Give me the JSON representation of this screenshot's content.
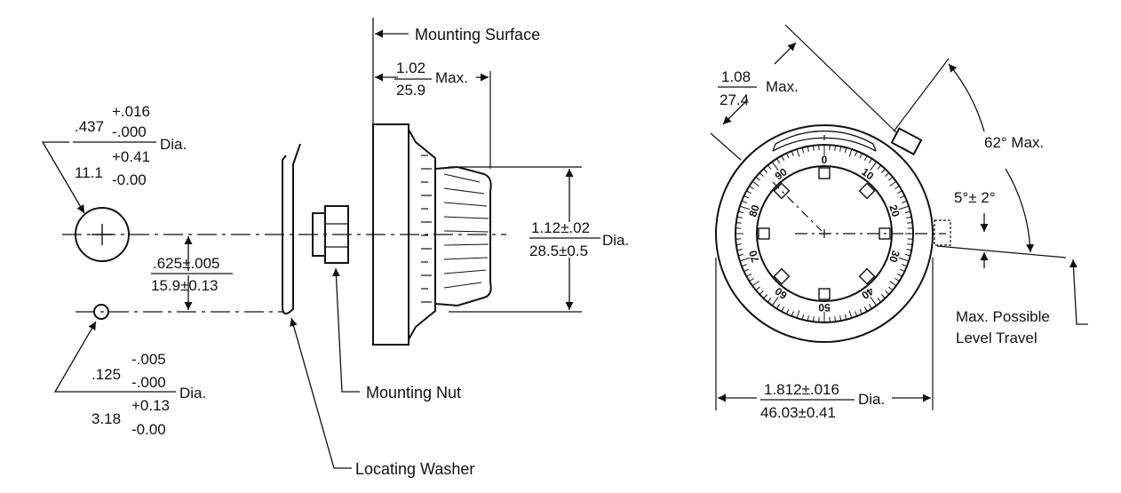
{
  "left_view": {
    "labels": {
      "mounting_surface": "Mounting Surface",
      "mounting_nut": "Mounting Nut",
      "locating_washer": "Locating Washer"
    },
    "dims": {
      "hole_large": {
        "in_value": ".437",
        "in_tol_plus": "+.016",
        "in_tol_minus": "-.000",
        "mm_value": "11.1",
        "mm_tol_plus": "+0.41",
        "mm_tol_minus": "-0.00",
        "suffix": "Dia."
      },
      "hole_small": {
        "in_value": ".125",
        "in_tol_plus": "-.005",
        "in_tol_minus": "-.000",
        "mm_value": "3.18",
        "mm_tol_plus": "+0.13",
        "mm_tol_minus": "-0.00",
        "suffix": "Dia."
      },
      "spacing": {
        "in": ".625±.005",
        "mm": "15.9±0.13"
      },
      "depth": {
        "in": "1.02",
        "mm": "25.9",
        "suffix": "Max."
      },
      "knob_dia": {
        "in": "1.12±.02",
        "mm": "28.5±0.5",
        "suffix": "Dia."
      }
    }
  },
  "right_view": {
    "dims": {
      "height": {
        "in": "1.08",
        "mm": "27.4",
        "suffix": "Max."
      },
      "angle": {
        "text": "62° Max."
      },
      "level_angle": {
        "text": "5°± 2°"
      },
      "dial_dia": {
        "in": "1.812±.016",
        "mm": "46.03±0.41",
        "suffix": "Dia."
      }
    },
    "labels": {
      "level_travel_line1": "Max. Possible",
      "level_travel_line2": "Level Travel"
    },
    "dial_numbers": [
      "0",
      "10",
      "20",
      "30",
      "40",
      "50",
      "60",
      "70",
      "80",
      "90"
    ]
  }
}
